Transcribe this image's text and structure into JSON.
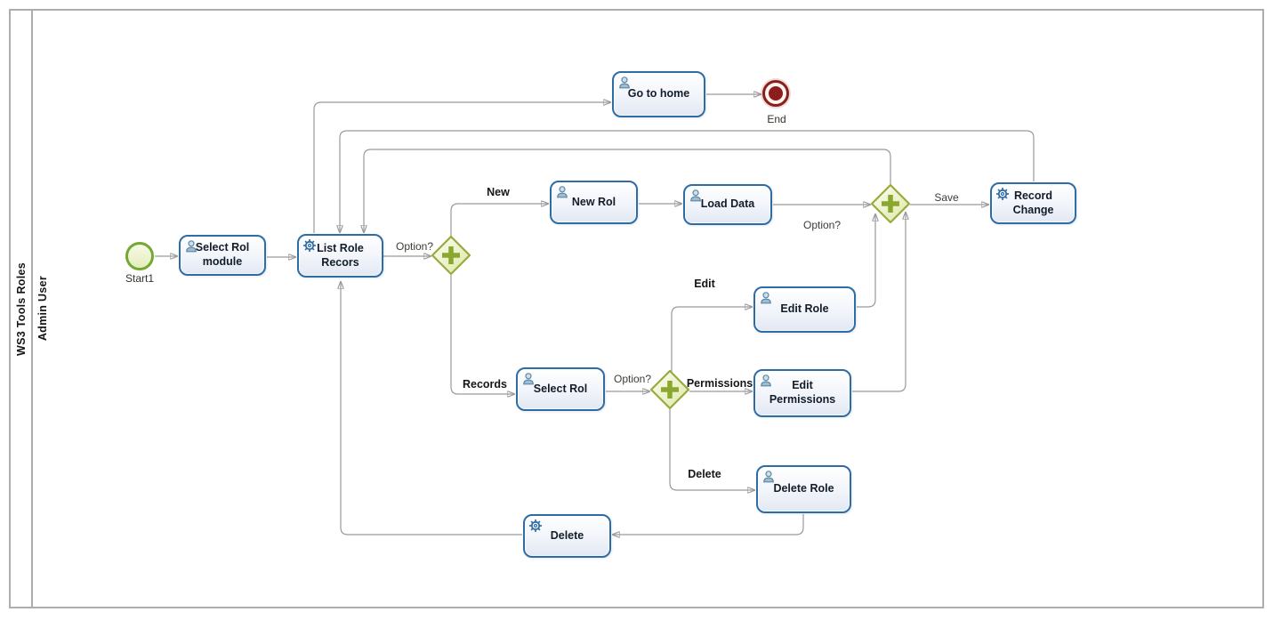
{
  "pool": {
    "title": "WS3 Tools Roles",
    "lane": "Admin User"
  },
  "events": {
    "start": {
      "label": "Start1"
    },
    "end": {
      "label": "End"
    }
  },
  "tasks": {
    "select_module": {
      "label": "Select Rol module",
      "type": "user"
    },
    "list_role_recors": {
      "label": "List Role Recors",
      "type": "service"
    },
    "new_rol": {
      "label": "New Rol",
      "type": "user"
    },
    "load_data": {
      "label": "Load Data",
      "type": "user"
    },
    "record_change": {
      "label": "Record Change",
      "type": "service"
    },
    "go_to_home": {
      "label": "Go to home",
      "type": "user"
    },
    "edit_role": {
      "label": "Edit Role",
      "type": "user"
    },
    "select_rol": {
      "label": "Select Rol",
      "type": "user"
    },
    "edit_permissions": {
      "label": "Edit Permissions",
      "type": "user"
    },
    "delete_role": {
      "label": "Delete Role",
      "type": "user"
    },
    "delete": {
      "label": "Delete",
      "type": "service"
    }
  },
  "flow_labels": {
    "option_list": "Option?",
    "new": "New",
    "records": "Records",
    "option_select": "Option?",
    "edit": "Edit",
    "permissions": "Permissions",
    "delete": "Delete",
    "option_change": "Option?",
    "save": "Save"
  },
  "colors": {
    "task_border": "#2e6ca5",
    "task_fill_bottom": "#e2e8f3",
    "gateway_border": "#99a93c",
    "gateway_cross": "#8aa72f",
    "start_border": "#74a733",
    "end_event": "#8c1d1d",
    "flow_line": "#9a9a9a",
    "arrowhead": "#1a1a1a",
    "pool_border": "#adadad"
  }
}
